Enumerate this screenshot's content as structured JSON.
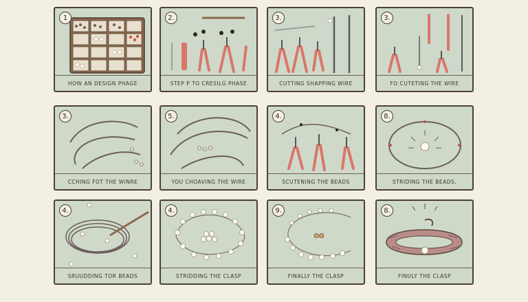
{
  "panels": [
    {
      "number": "1",
      "caption": "HOW AN DESIGN PHAGE"
    },
    {
      "number": "2.",
      "caption": "STEP P TO CRESILG PHASE"
    },
    {
      "number": "3.",
      "caption": "CUTTING SHAPPING WIRE"
    },
    {
      "number": "3.",
      "caption": "FO CUTETING THE WIRE"
    },
    {
      "number": "3.",
      "caption": "CCHING FOT THE WINRE"
    },
    {
      "number": "5.",
      "caption": "YOU CHOAVING THE WIRE"
    },
    {
      "number": "4.",
      "caption": "SCUTENING THE BEADS"
    },
    {
      "number": "8.",
      "caption": "STRIDING THE BEADS."
    },
    {
      "number": "4.",
      "caption": "SRUUDDING TOR BEADS"
    },
    {
      "number": "4.",
      "caption": "STRIDDING THE CLASP"
    },
    {
      "number": "9.",
      "caption": "FINALLY THE CLASP"
    },
    {
      "number": "8.",
      "caption": "FINULY THE CLASP"
    }
  ]
}
